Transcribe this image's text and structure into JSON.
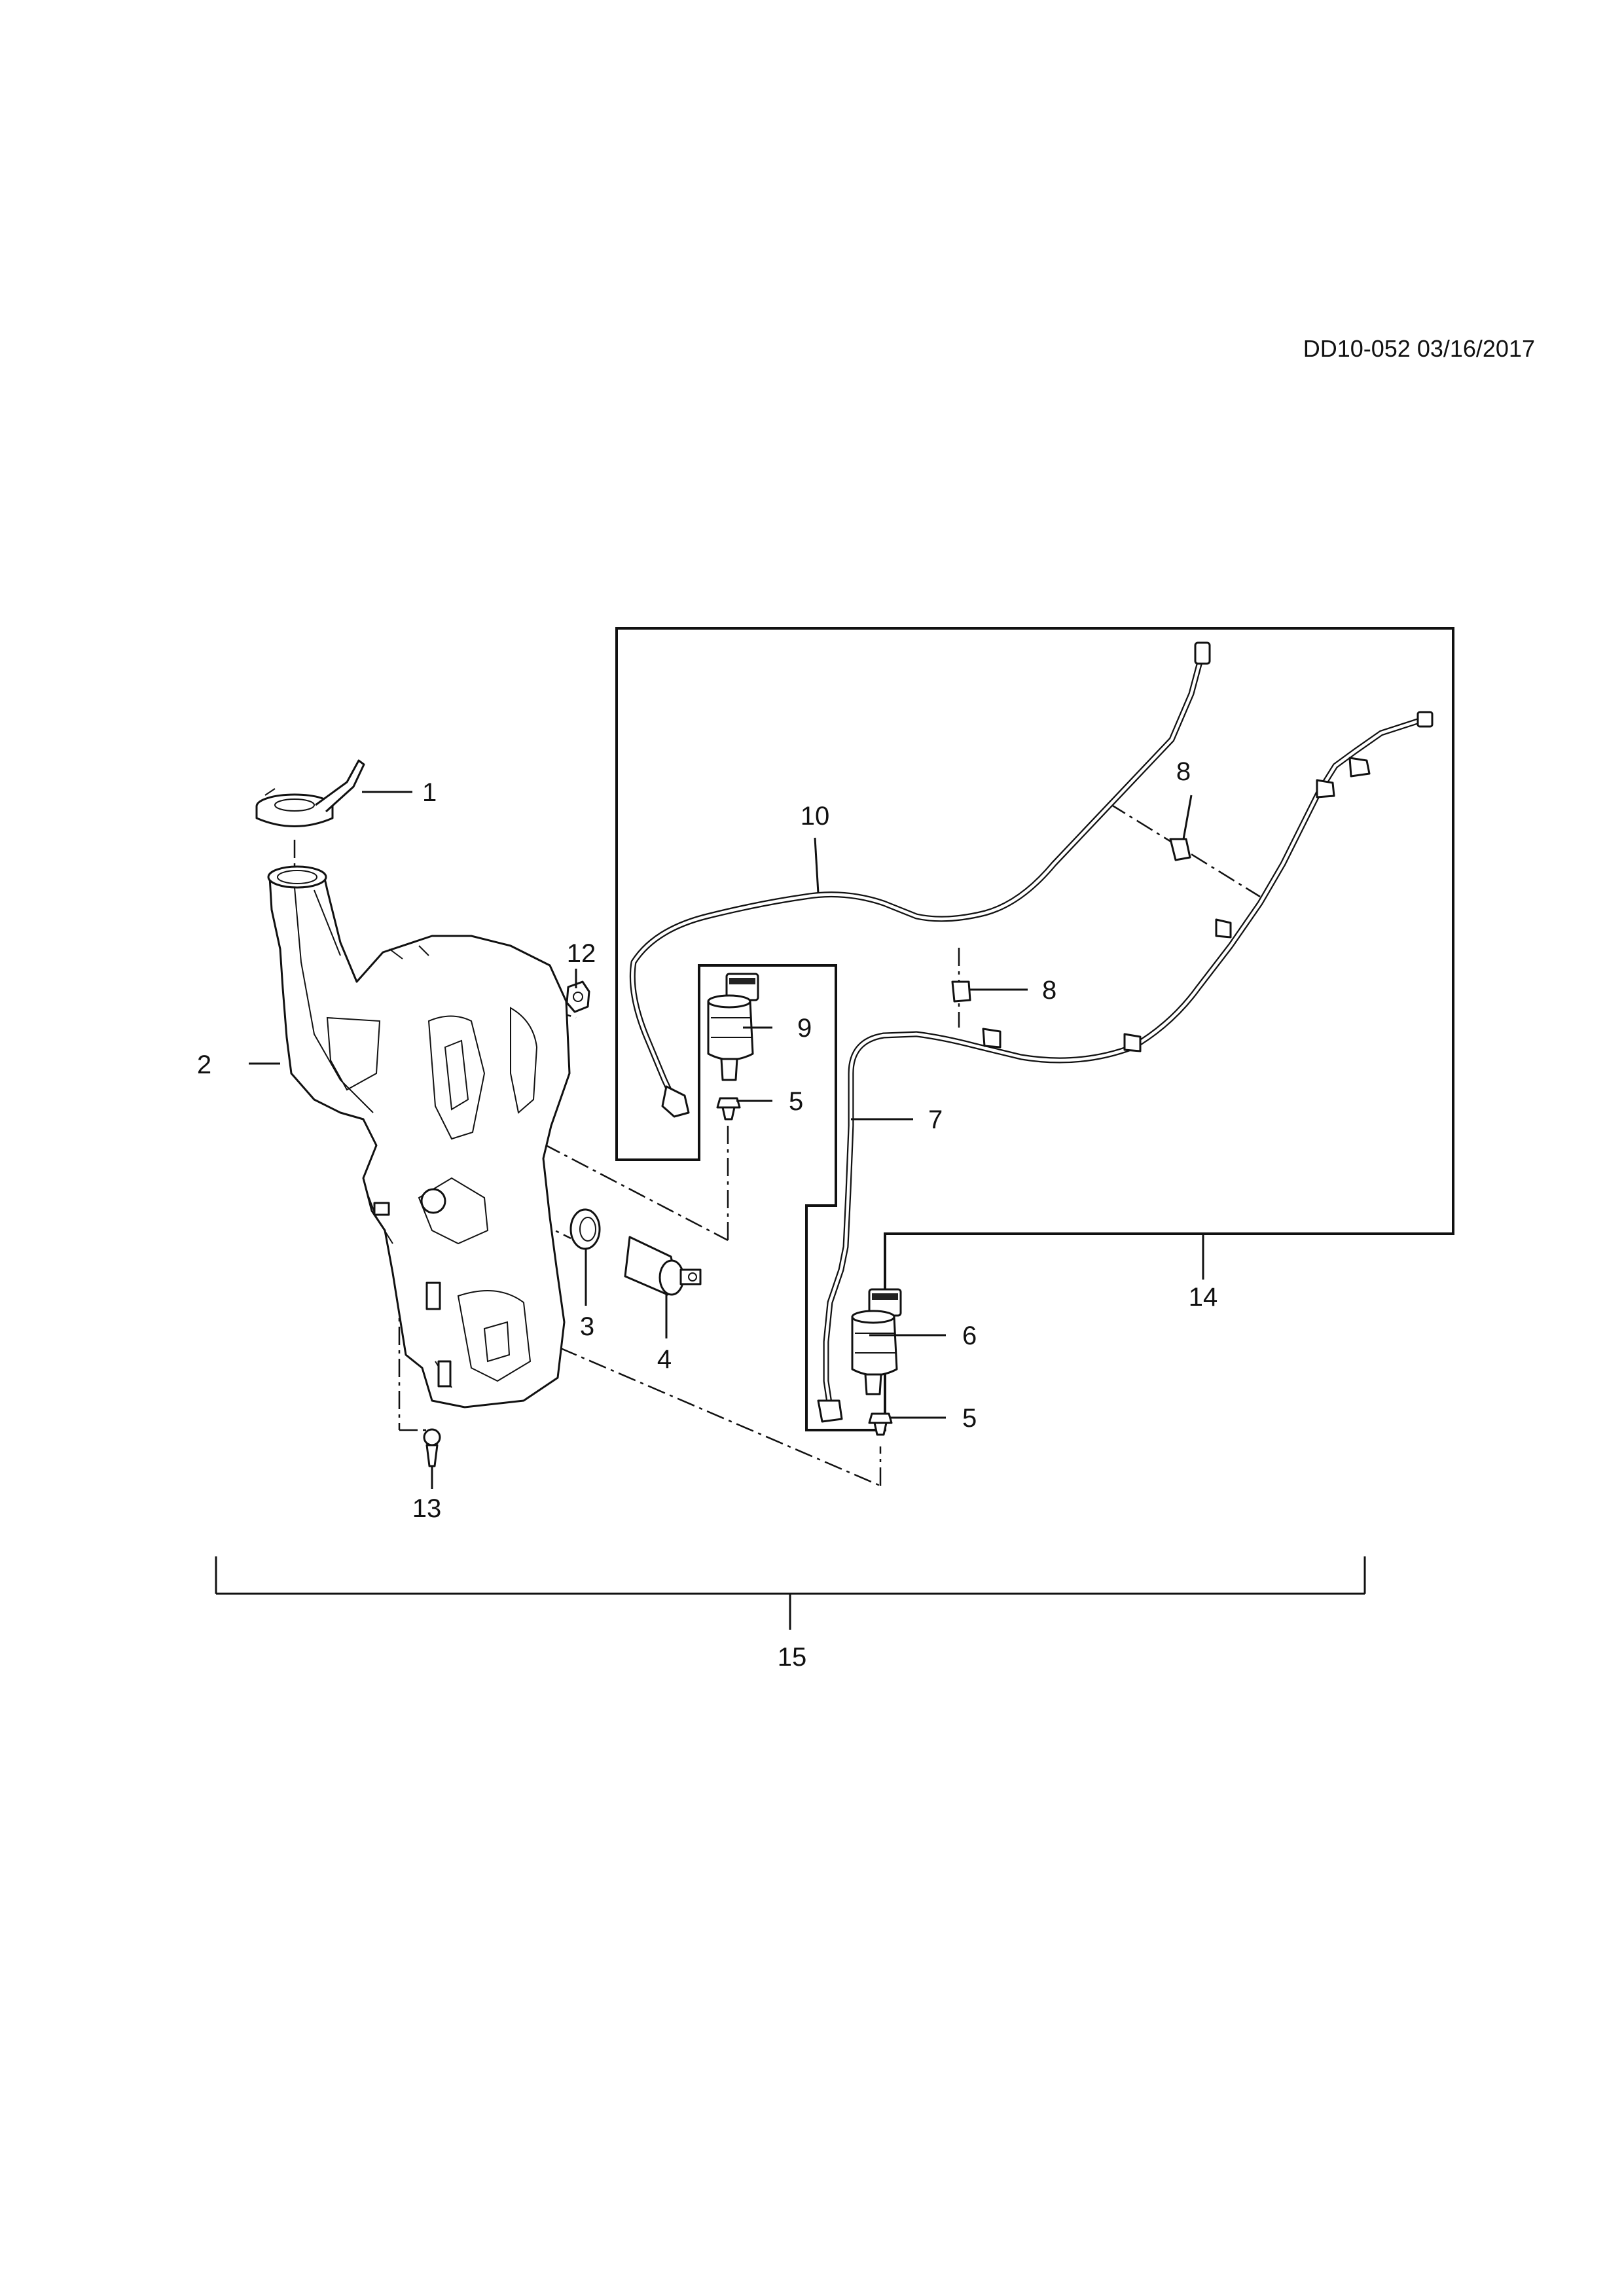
{
  "header": {
    "code": "DD10-052 03/16/2017"
  },
  "callouts": {
    "c1": "1",
    "c2": "2",
    "c3": "3",
    "c4": "4",
    "c5a": "5",
    "c5b": "5",
    "c6": "6",
    "c7": "7",
    "c8a": "8",
    "c8b": "8",
    "c9": "9",
    "c10": "10",
    "c12": "12",
    "c13": "13",
    "c14": "14",
    "c15": "15"
  }
}
